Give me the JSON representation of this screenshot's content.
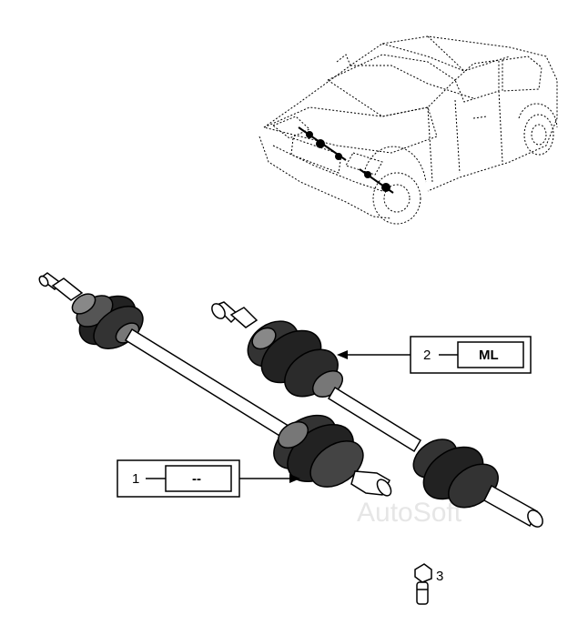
{
  "callouts": [
    {
      "id": "1",
      "code": "--"
    },
    {
      "id": "2",
      "code": "ML"
    }
  ],
  "part3": {
    "id": "3"
  },
  "watermark": "AutoSoft",
  "colors": {
    "line": "#000000",
    "background": "#ffffff",
    "watermark": "#e6e6e6"
  }
}
